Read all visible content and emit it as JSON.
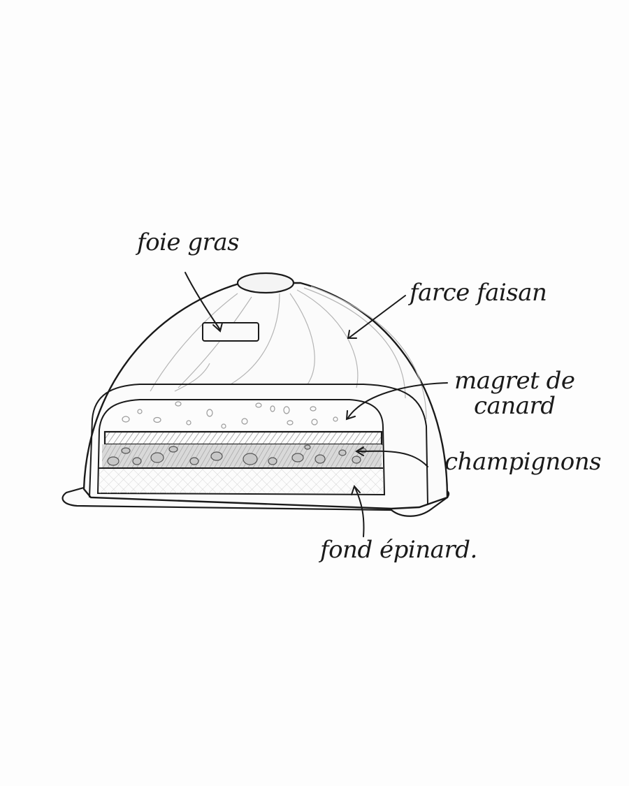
{
  "diagram": {
    "type": "cross-section sketch",
    "subject": "layered dome terrine",
    "style": "pencil sketch",
    "colors": {
      "background": "#fdfdfd",
      "ink": "#1a1a1a",
      "pencil_shade": "#9a9a9a",
      "layer_dark": "#b8b8b8"
    },
    "labels": {
      "foie_gras": "foie gras",
      "farce_faisan": "farce faisan",
      "magret_line1": "magret de",
      "magret_line2": "canard",
      "champignons": "champignons",
      "fond_epinard": "fond épinard."
    },
    "layers": [
      {
        "name": "farce faisan",
        "position": "outer dome"
      },
      {
        "name": "foie gras",
        "position": "center insert (rectangle)"
      },
      {
        "name": "magret de canard",
        "position": "upper cut layer with dots"
      },
      {
        "name": "champignons",
        "position": "middle shaded layer with mushroom pieces"
      },
      {
        "name": "fond épinard",
        "position": "bottom cross-hatched base"
      }
    ]
  }
}
